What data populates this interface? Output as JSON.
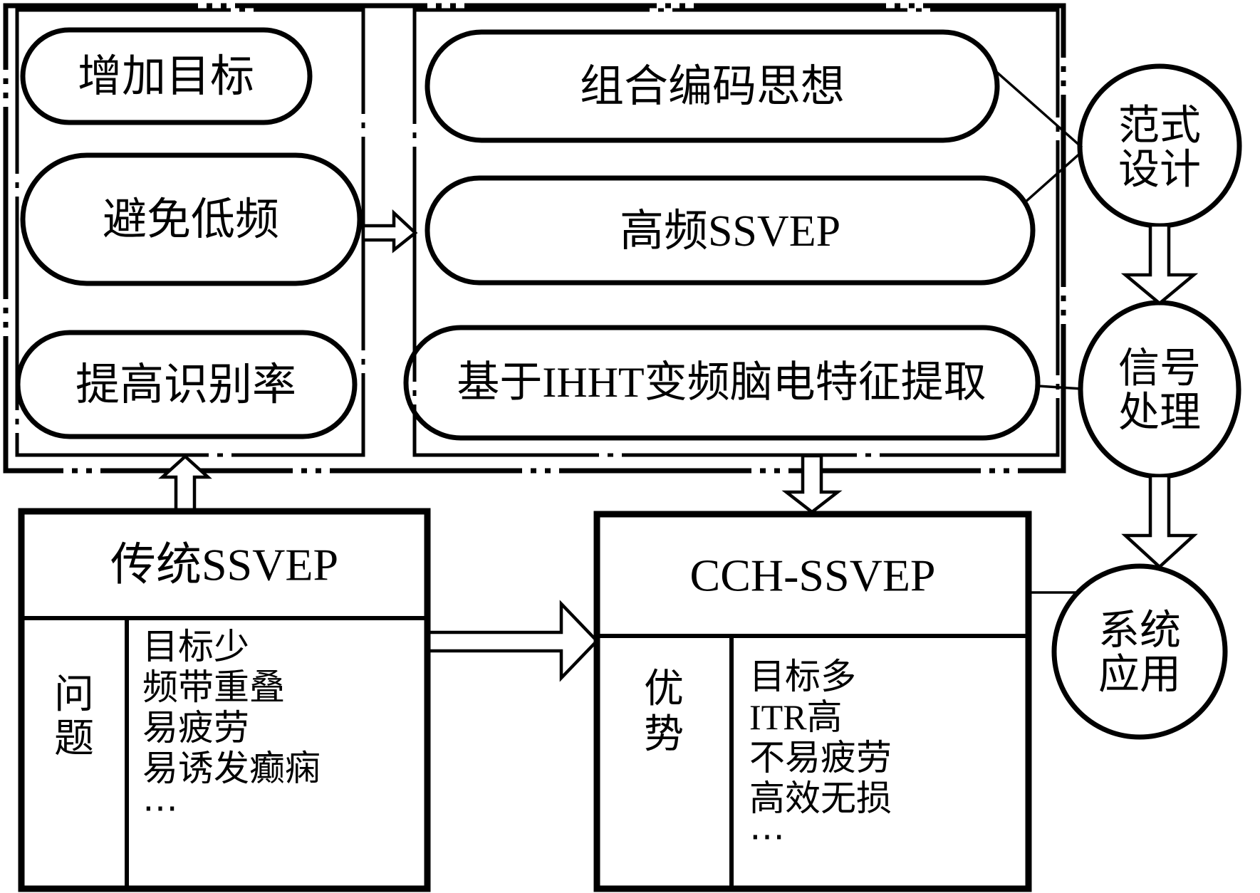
{
  "top": {
    "left_items": [
      "增加目标",
      "避免低频",
      "提高识别率"
    ],
    "right_items": [
      "组合编码思想",
      "高频SSVEP",
      "基于IHHT变频脑电特征提取"
    ]
  },
  "circles": {
    "paradigm": {
      "l1": "范式",
      "l2": "设计"
    },
    "signal": {
      "l1": "信号",
      "l2": "处理"
    },
    "system": {
      "l1": "系统",
      "l2": "应用"
    }
  },
  "traditional": {
    "title": "传统SSVEP",
    "label": {
      "c1": "问",
      "c2": "题"
    },
    "items": [
      "目标少",
      "频带重叠",
      "易疲劳",
      "易诱发癫痫",
      "⋯"
    ]
  },
  "cch": {
    "title": "CCH-SSVEP",
    "label": {
      "c1": "优",
      "c2": "势"
    },
    "items": [
      "目标多",
      "ITR高",
      "不易疲劳",
      "高效无损",
      "⋯"
    ]
  },
  "colors": {
    "ink": "#000000",
    "bg": "#ffffff"
  }
}
